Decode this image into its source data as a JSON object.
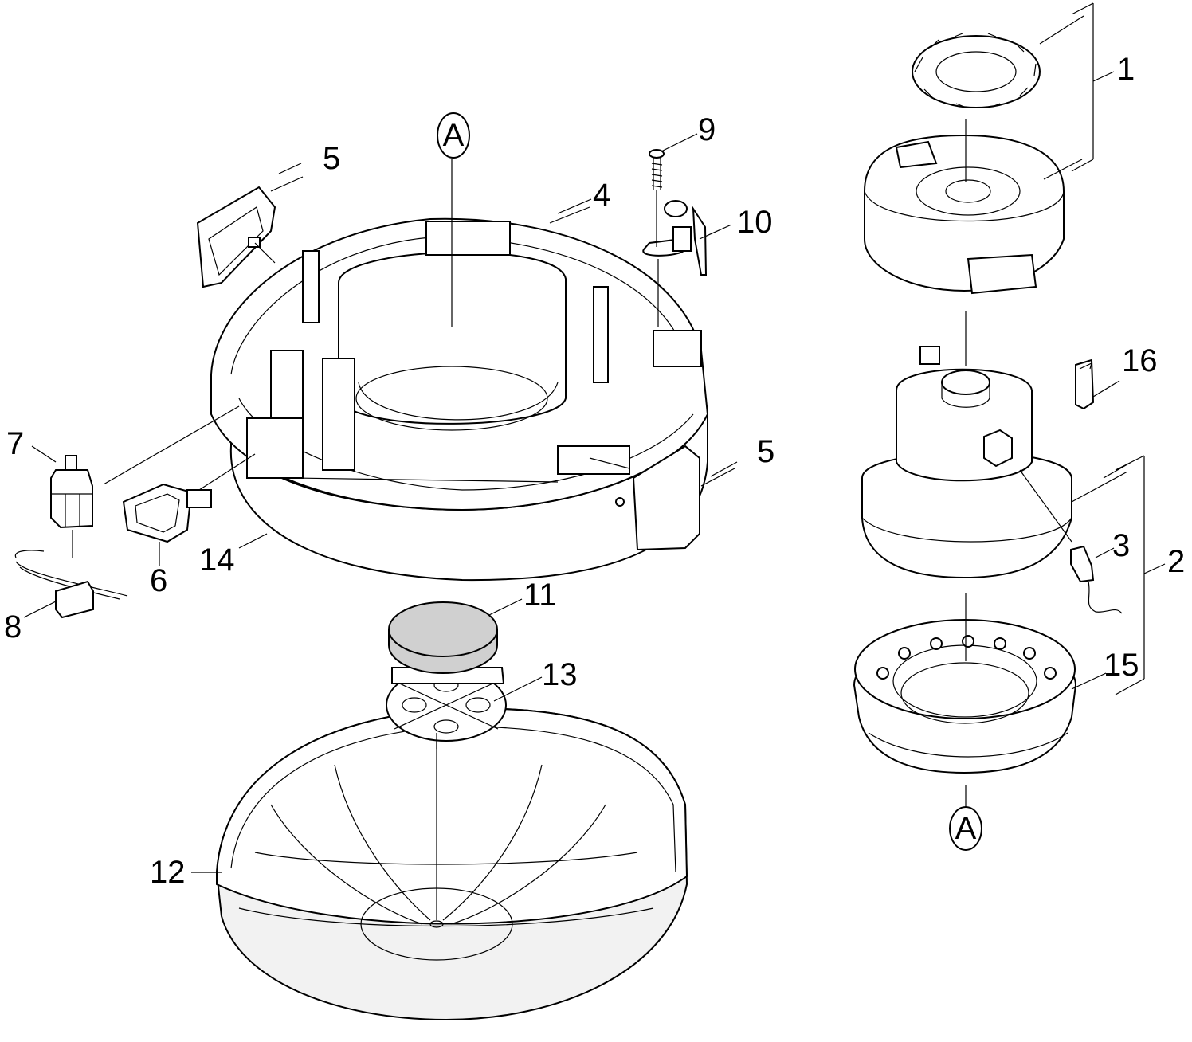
{
  "diagram": {
    "type": "exploded-parts-view",
    "accent_colors": {
      "line": "#000000",
      "fill": "#ffffff",
      "shaded_part": "#d0d0d0",
      "light_body": "#f2f2f2"
    },
    "reference_markers": [
      {
        "id": "ref-top",
        "text": "A"
      },
      {
        "id": "ref-bottom",
        "text": "A"
      }
    ],
    "callouts": [
      {
        "id": "c1",
        "text": "1"
      },
      {
        "id": "c2",
        "text": "2"
      },
      {
        "id": "c3",
        "text": "3"
      },
      {
        "id": "c4",
        "text": "4"
      },
      {
        "id": "c5a",
        "text": "5"
      },
      {
        "id": "c5b",
        "text": "5"
      },
      {
        "id": "c6",
        "text": "6"
      },
      {
        "id": "c7",
        "text": "7"
      },
      {
        "id": "c8",
        "text": "8"
      },
      {
        "id": "c9",
        "text": "9"
      },
      {
        "id": "c10",
        "text": "10"
      },
      {
        "id": "c11",
        "text": "11"
      },
      {
        "id": "c12",
        "text": "12"
      },
      {
        "id": "c13",
        "text": "13"
      },
      {
        "id": "c14",
        "text": "14"
      },
      {
        "id": "c15",
        "text": "15"
      },
      {
        "id": "c16",
        "text": "16"
      }
    ]
  }
}
